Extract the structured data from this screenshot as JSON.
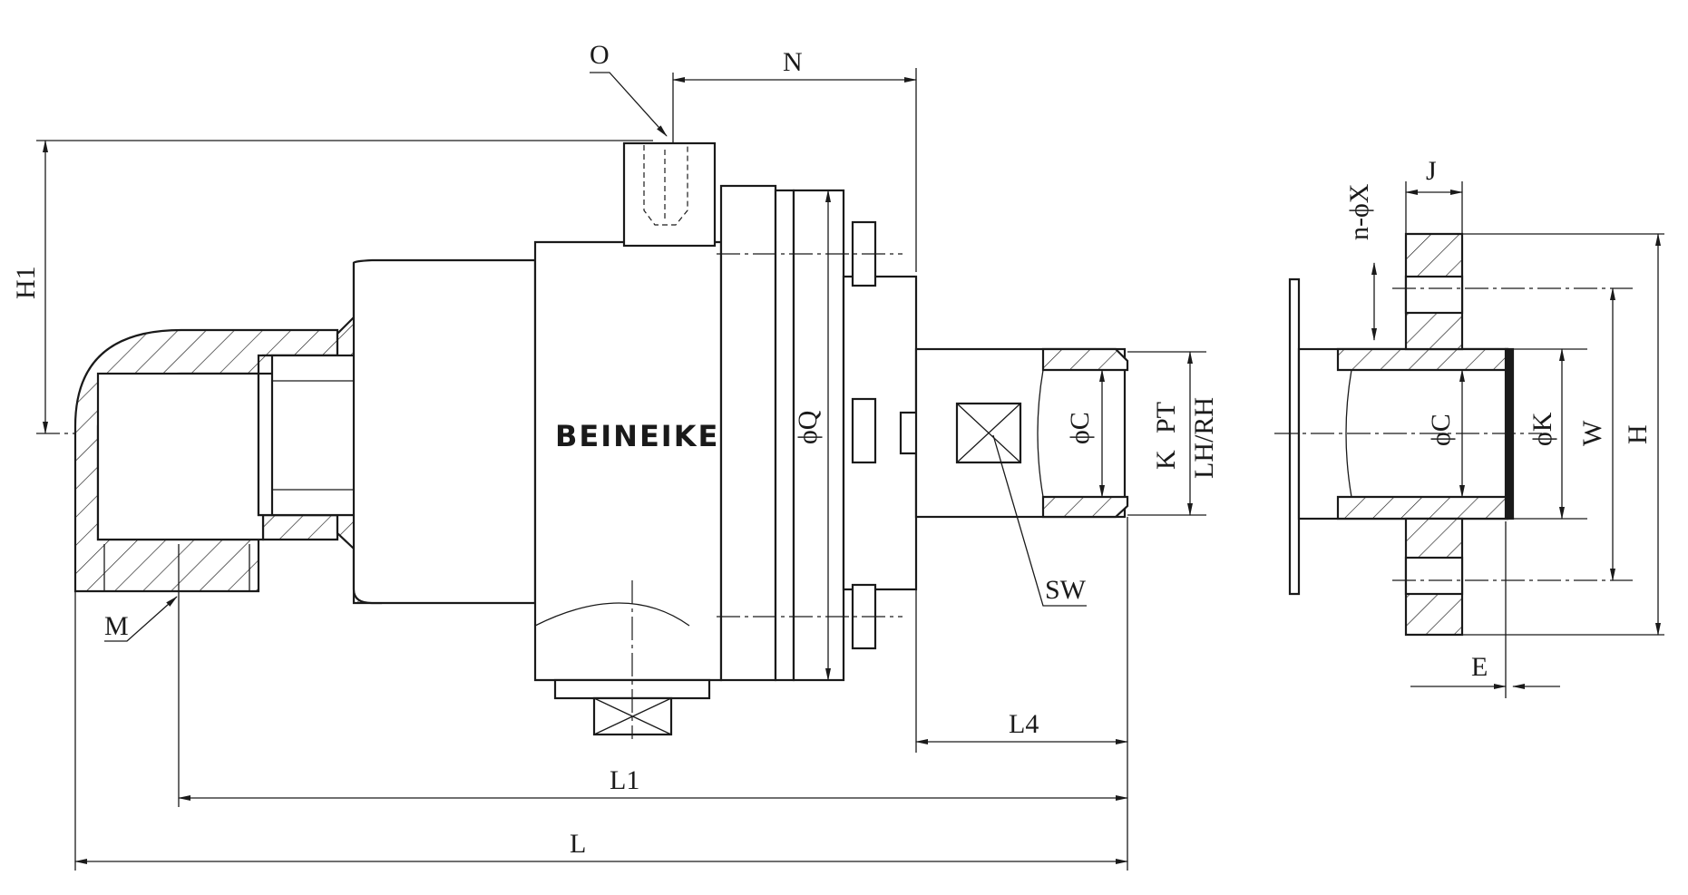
{
  "brand": "BEINEIKE",
  "dims": {
    "O": "O",
    "N": "N",
    "H1": "H1",
    "M": "M",
    "Q": "ϕQ",
    "C_main": "ϕC",
    "K": "K",
    "PT": "PT",
    "LHRH": "LH/RH",
    "SW": "SW",
    "L4": "L4",
    "L1": "L1",
    "L": "L",
    "nX": "n-ϕX",
    "J": "J",
    "C_flange": "ϕC",
    "K_flange": "ϕK",
    "W": "W",
    "H": "H",
    "E": "E"
  }
}
